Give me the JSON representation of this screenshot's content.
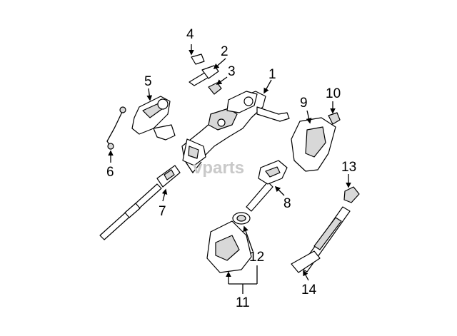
{
  "watermark": {
    "text": "vparts"
  },
  "callouts": [
    {
      "id": "1",
      "label": "1"
    },
    {
      "id": "2",
      "label": "2"
    },
    {
      "id": "3",
      "label": "3"
    },
    {
      "id": "4",
      "label": "4"
    },
    {
      "id": "5",
      "label": "5"
    },
    {
      "id": "6",
      "label": "6"
    },
    {
      "id": "7",
      "label": "7"
    },
    {
      "id": "8",
      "label": "8"
    },
    {
      "id": "9",
      "label": "9"
    },
    {
      "id": "10",
      "label": "10"
    },
    {
      "id": "11",
      "label": "11"
    },
    {
      "id": "12",
      "label": "12"
    },
    {
      "id": "13",
      "label": "13"
    },
    {
      "id": "14",
      "label": "14"
    }
  ]
}
